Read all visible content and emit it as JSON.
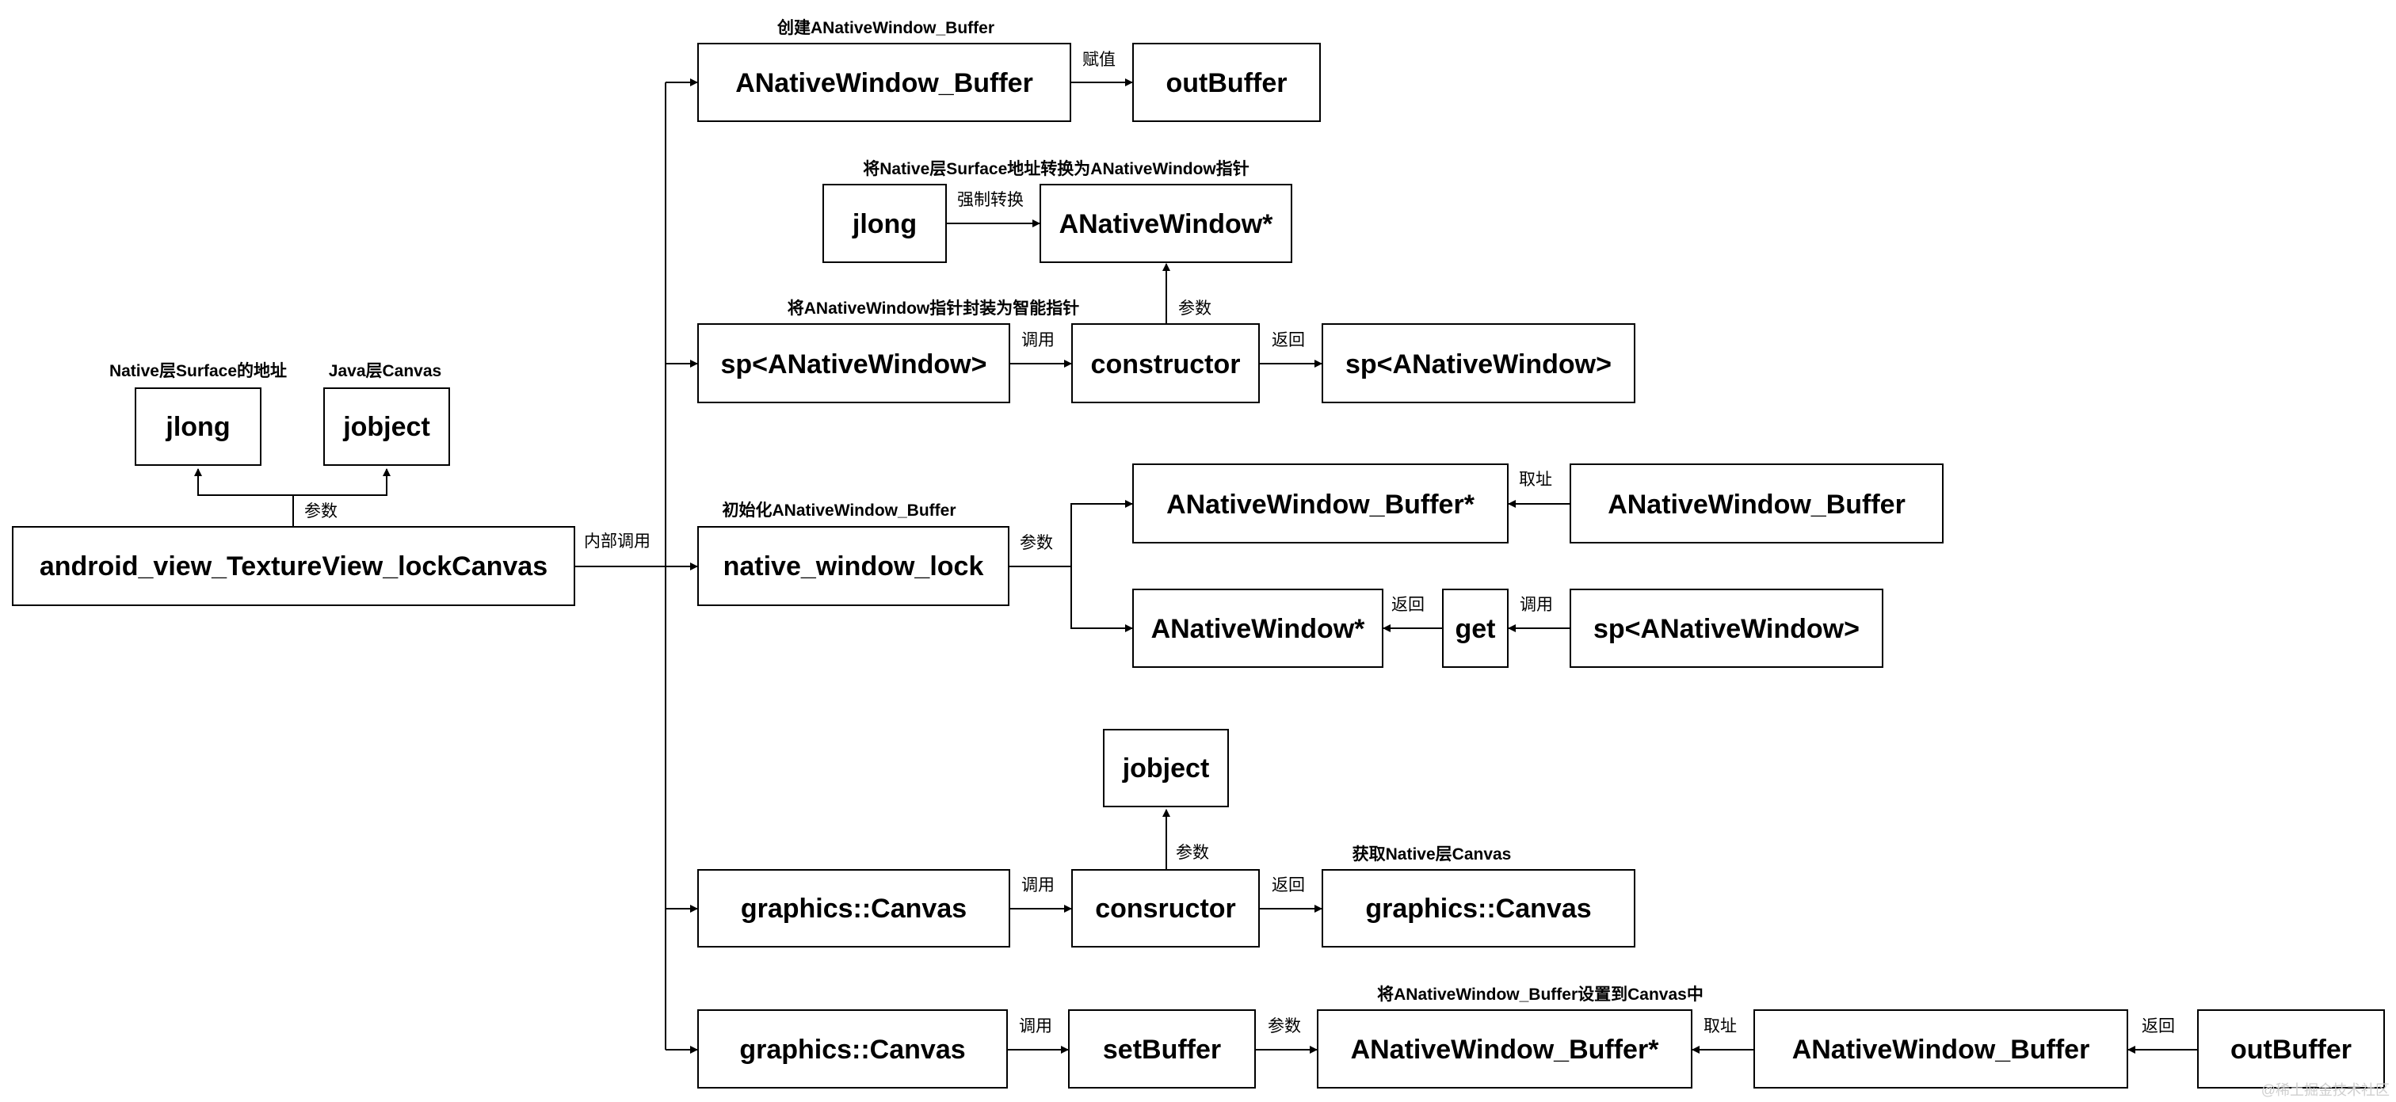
{
  "nodes": {
    "lockcanvas": "android_view_TextureView_lockCanvas",
    "jlong_top": "jlong",
    "jobject_top": "jobject",
    "anw_buffer_1": "ANativeWindow_Buffer",
    "outbuffer_1": "outBuffer",
    "jlong_2": "jlong",
    "anw_ptr_1": "ANativeWindow*",
    "sp_anw_1": "sp<ANativeWindow>",
    "constructor": "constructor",
    "sp_anw_2": "sp<ANativeWindow>",
    "native_window_lock": "native_window_lock",
    "anw_buffer_ptr_1": "ANativeWindow_Buffer*",
    "anw_buffer_2": "ANativeWindow_Buffer",
    "anw_ptr_2": "ANativeWindow*",
    "get": "get",
    "sp_anw_3": "sp<ANativeWindow>",
    "jobject_2": "jobject",
    "gc_canvas_1": "graphics::Canvas",
    "consructor": "consructor",
    "gc_canvas_2": "graphics::Canvas",
    "gc_canvas_3": "graphics::Canvas",
    "setbuffer": "setBuffer",
    "anw_buffer_ptr_2": "ANativeWindow_Buffer*",
    "anw_buffer_3": "ANativeWindow_Buffer",
    "outbuffer_2": "outBuffer"
  },
  "captions": {
    "native_surface_addr": "Native层Surface的地址",
    "java_canvas": "Java层Canvas",
    "create_buffer": "创建ANativeWindow_Buffer",
    "convert_ptr": "将Native层Surface地址转换为ANativeWindow指针",
    "wrap_sp": "将ANativeWindow指针封装为智能指针",
    "init_buffer": "初始化ANativeWindow_Buffer",
    "get_native_canvas": "获取Native层Canvas",
    "set_buffer_canvas": "将ANativeWindow_Buffer设置到Canvas中"
  },
  "edge_labels": {
    "param_top": "参数",
    "internal_call": "内部调用",
    "assign": "赋值",
    "force_cast": "强制转换",
    "param_ctor": "参数",
    "call_ctor": "调用",
    "return_sp": "返回",
    "param_lock": "参数",
    "take_addr_1": "取址",
    "return_get": "返回",
    "call_get": "调用",
    "param_jobject": "参数",
    "call_consructor": "调用",
    "return_canvas": "返回",
    "call_setbuffer": "调用",
    "param_setbuffer": "参数",
    "take_addr_2": "取址",
    "return_outbuffer": "返回"
  },
  "watermark": "@稀土掘金技术社区"
}
